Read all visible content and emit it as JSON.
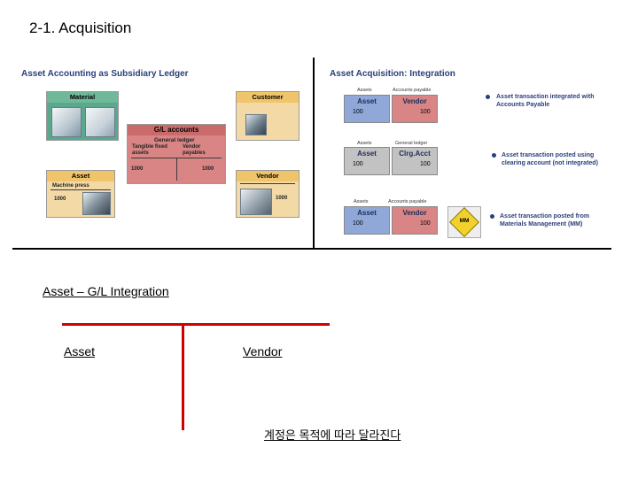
{
  "slide": {
    "title": "2-1. Acquisition"
  },
  "left_panel": {
    "heading": "Asset Accounting as Subsidiary Ledger",
    "material": {
      "label": "Material"
    },
    "customer": {
      "label": "Customer"
    },
    "gl": {
      "label": "G/L accounts",
      "sub": "General ledger",
      "col1": "Tangible fixed assets",
      "col2": "Vendor payables",
      "val1": "1000",
      "val2": "1000"
    },
    "asset": {
      "label": "Asset",
      "item": "Machine press",
      "value": "1000"
    },
    "vendor": {
      "label": "Vendor",
      "value": "1000"
    }
  },
  "right_panel": {
    "heading": "Asset Acquisition: Integration",
    "rows": [
      {
        "head_left": "Assets",
        "head_right": "Accounts payable",
        "acc1": "Asset",
        "acc2": "Vendor",
        "val1": "100",
        "val2": "100",
        "bullet": "Asset transaction integrated with Accounts Payable"
      },
      {
        "head_left": "Assets",
        "head_right": "General ledger",
        "acc1": "Asset",
        "acc2": "Clrg.Acct",
        "val1": "100",
        "val2": "100",
        "bullet": "Asset transaction posted using clearing account (not integrated)"
      },
      {
        "head_left": "Assets",
        "head_right": "Accounts payable",
        "acc1": "Asset",
        "acc2": "Vendor",
        "val1": "100",
        "val2": "100",
        "badge": "MM",
        "bullet": "Asset transaction posted from Materials Management (MM)"
      }
    ]
  },
  "bottom": {
    "integration_label": "Asset – G/L Integration",
    "asset_label": "Asset",
    "vendor_label": "Vendor",
    "note": "계정은 목적에 따라 달라진다"
  },
  "colors": {
    "accent_red": "#d00000",
    "heading_blue": "#2a3f7a",
    "gl_red": "#d98585",
    "box_blue": "#8fa8d8"
  }
}
